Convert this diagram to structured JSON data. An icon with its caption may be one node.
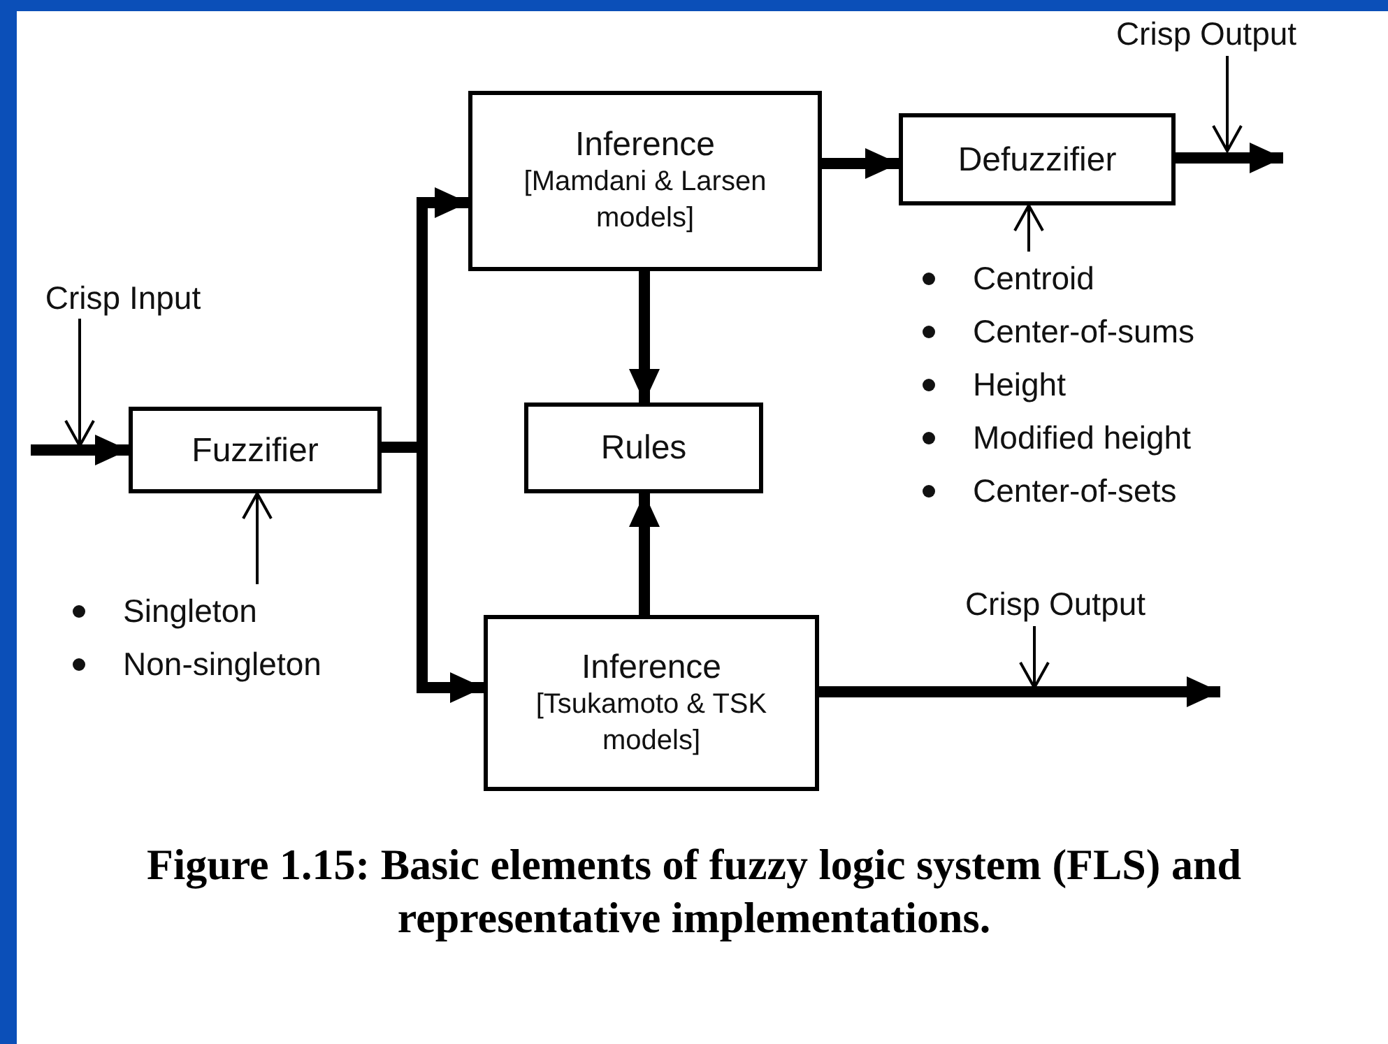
{
  "diagram": {
    "caption": "Figure 1.15: Basic elements of fuzzy logic system (FLS) and representative implementations.",
    "nodes": [
      {
        "text": [
          "Fuzzifier"
        ]
      },
      {
        "text": [
          "Inference",
          "[Mamdani & Larsen models]"
        ]
      },
      {
        "text": [
          "Rules"
        ]
      },
      {
        "text": [
          "Inference",
          "[Tsukamoto & TSK models]"
        ]
      },
      {
        "text": [
          "Defuzzifier"
        ]
      },
      {
        "text": [
          "Crisp Input"
        ]
      },
      {
        "text": [
          "Singleton",
          "Non-singleton"
        ]
      },
      {
        "text": [
          "Centroid",
          "Center-of-sums",
          "Height",
          "Modified height",
          "Center-of-sets"
        ]
      },
      {
        "text": [
          "Crisp Output"
        ]
      },
      {
        "text": [
          "Crisp Output"
        ]
      }
    ],
    "edges": [
      {
        "from": null,
        "to": 0,
        "arrow": "to"
      },
      {
        "from": 0,
        "to": 1,
        "arrow": "to"
      },
      {
        "from": 0,
        "to": 3,
        "arrow": "to"
      },
      {
        "from": 1,
        "to": 2,
        "arrow": "to"
      },
      {
        "from": 3,
        "to": 2,
        "arrow": "to"
      },
      {
        "from": 1,
        "to": 4,
        "arrow": "to"
      },
      {
        "from": 4,
        "to": null,
        "arrow": "to"
      },
      {
        "from": 3,
        "to": null,
        "arrow": "to"
      },
      {
        "from": 5,
        "to": null,
        "arrow": "to"
      },
      {
        "from": 6,
        "to": 0,
        "arrow": "to"
      },
      {
        "from": 7,
        "to": 4,
        "arrow": "to"
      },
      {
        "from": 8,
        "to": null,
        "arrow": "to"
      },
      {
        "from": 9,
        "to": null,
        "arrow": "to"
      }
    ]
  }
}
